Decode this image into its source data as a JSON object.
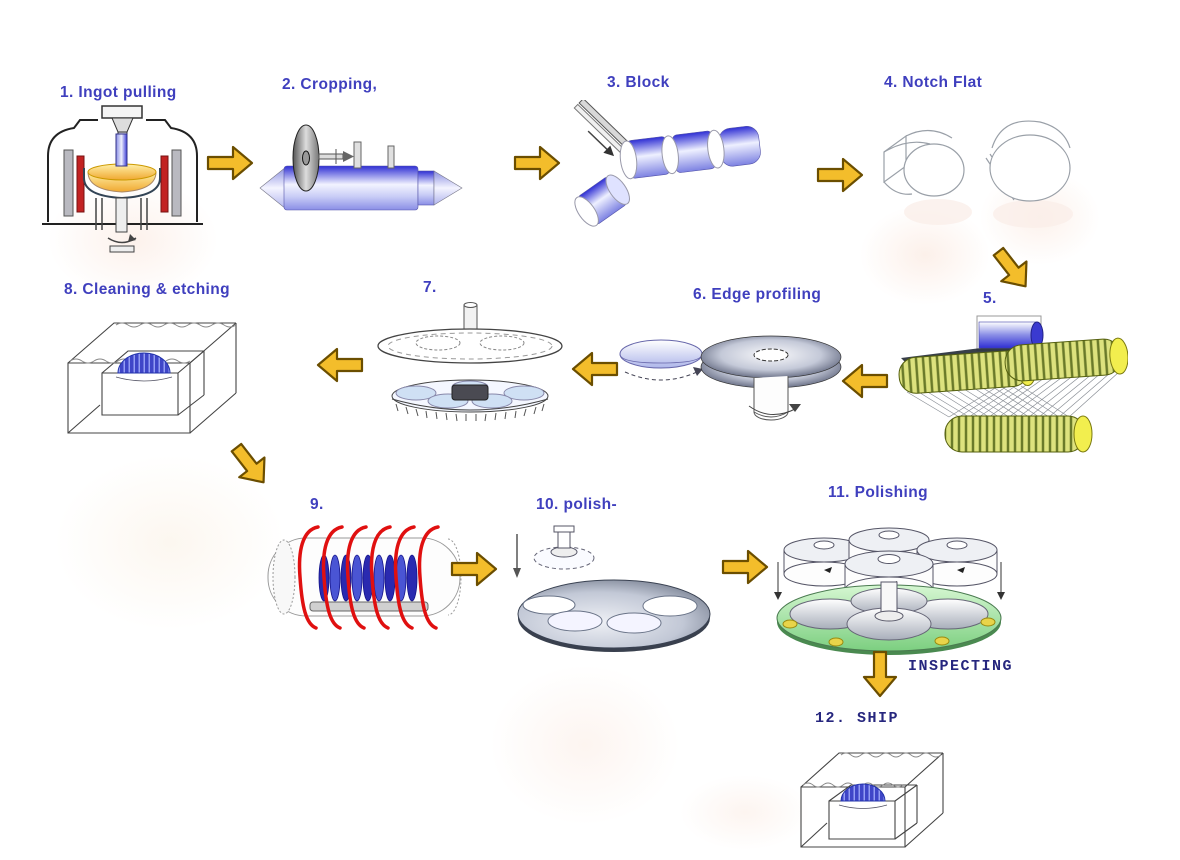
{
  "steps": [
    {
      "id": 1,
      "label": "1. Ingot pulling"
    },
    {
      "id": 2,
      "label": "2. Cropping,"
    },
    {
      "id": 3,
      "label": "3. Block"
    },
    {
      "id": 4,
      "label": "4. Notch Flat"
    },
    {
      "id": 5,
      "label": "5."
    },
    {
      "id": 6,
      "label": "6. Edge profiling"
    },
    {
      "id": 7,
      "label": "7."
    },
    {
      "id": 8,
      "label": "8. Cleaning & etching"
    },
    {
      "id": 9,
      "label": "9."
    },
    {
      "id": 10,
      "label": "10. polish-"
    },
    {
      "id": 11,
      "label": "11. Polishing"
    },
    {
      "id": 12,
      "label": "12. SHIP"
    }
  ],
  "annotations": {
    "inspecting": "INSPECTING"
  },
  "colors": {
    "label_text": "#3f3fbe",
    "mono_text": "#26267e",
    "arrow_fill": "#f3bd2b",
    "arrow_outline": "#6b4e00",
    "ingot_blue": "#3a3ad8",
    "melt_orange": "#f4a62a",
    "heater_red": "#c22222",
    "coil_red": "#e01010",
    "wire_roller_body": "#dde27e",
    "wire_roller_cap": "#f2ee4e",
    "platen_green": "#8ad98e",
    "wafer_stack_blue": "#3f46c8"
  }
}
